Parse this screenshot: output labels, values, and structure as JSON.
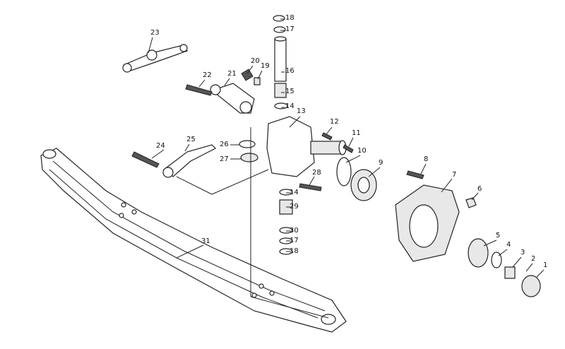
{
  "diagram": {
    "type": "exploded-parts-view",
    "callouts": [
      {
        "id": "c18a",
        "label": "18"
      },
      {
        "id": "c17a",
        "label": "17"
      },
      {
        "id": "c16",
        "label": "16"
      },
      {
        "id": "c15",
        "label": "15"
      },
      {
        "id": "c14a",
        "label": "14"
      },
      {
        "id": "c13",
        "label": "13"
      },
      {
        "id": "c12",
        "label": "12"
      },
      {
        "id": "c11",
        "label": "11"
      },
      {
        "id": "c10",
        "label": "10"
      },
      {
        "id": "c9",
        "label": "9"
      },
      {
        "id": "c8",
        "label": "8"
      },
      {
        "id": "c7",
        "label": "7"
      },
      {
        "id": "c6",
        "label": "6"
      },
      {
        "id": "c5",
        "label": "5"
      },
      {
        "id": "c4",
        "label": "4"
      },
      {
        "id": "c3",
        "label": "3"
      },
      {
        "id": "c2",
        "label": "2"
      },
      {
        "id": "c1",
        "label": "1"
      },
      {
        "id": "c14b",
        "label": "14"
      },
      {
        "id": "c29",
        "label": "29"
      },
      {
        "id": "c30",
        "label": "30"
      },
      {
        "id": "c17b",
        "label": "17"
      },
      {
        "id": "c18b",
        "label": "18"
      },
      {
        "id": "c28",
        "label": "28"
      },
      {
        "id": "c31",
        "label": "31"
      },
      {
        "id": "c23",
        "label": "23"
      },
      {
        "id": "c20",
        "label": "20"
      },
      {
        "id": "c19",
        "label": "19"
      },
      {
        "id": "c22",
        "label": "22"
      },
      {
        "id": "c21",
        "label": "21"
      },
      {
        "id": "c26",
        "label": "26"
      },
      {
        "id": "c27",
        "label": "27"
      },
      {
        "id": "c24",
        "label": "24"
      },
      {
        "id": "c25",
        "label": "25"
      }
    ]
  }
}
